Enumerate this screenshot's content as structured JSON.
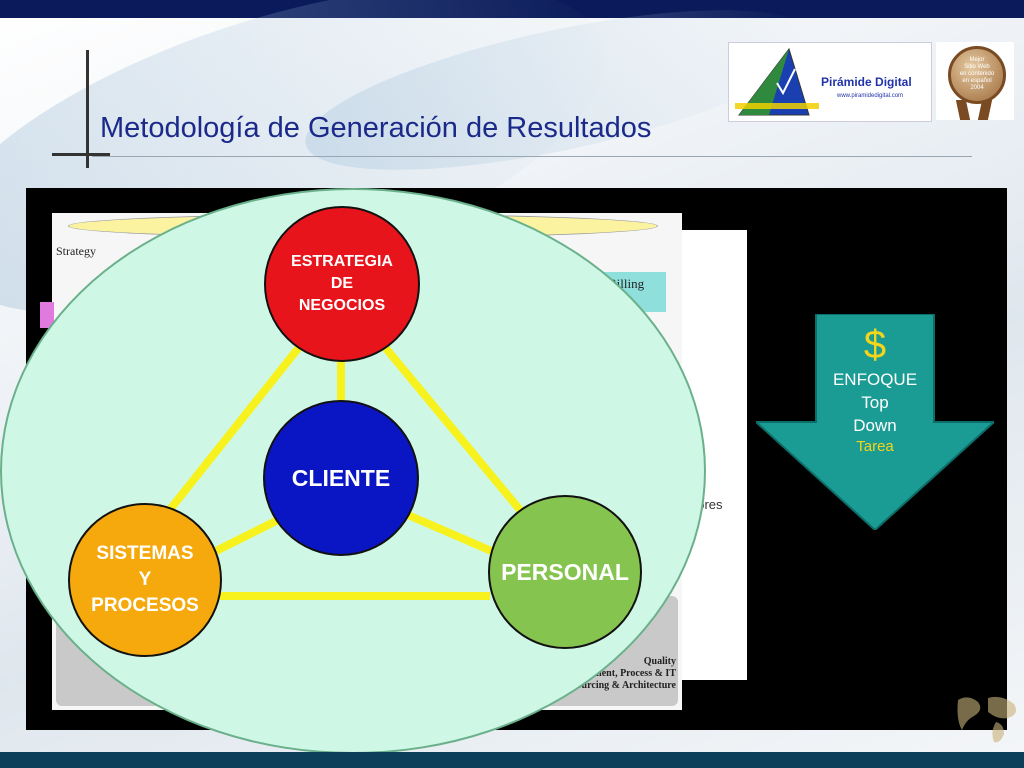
{
  "slide": {
    "title": "Metodología de Generación de Resultados",
    "logo": {
      "name": "Pirámide Digital",
      "url": "www.piramidedigital.com",
      "icon": "pyramid-check-icon"
    },
    "seal": {
      "lines": [
        "Mejor",
        "Sitio Web",
        "en contenido",
        "en español",
        "2004"
      ],
      "icon": "award-seal-icon"
    }
  },
  "background_diagram": {
    "strategy": "Strategy",
    "billing": "Billing",
    "pores": "pores",
    "quality": [
      "Quality",
      "Management, Process & IT",
      "Outsourcing & Architecture"
    ]
  },
  "diagram": {
    "nodes": {
      "estrategia": [
        "ESTRATEGIA",
        "DE",
        "NEGOCIOS"
      ],
      "cliente": "CLIENTE",
      "sistemas": [
        "SISTEMAS",
        "Y",
        "PROCESOS"
      ],
      "personal": "PERSONAL"
    },
    "colors": {
      "estrategia": "#e8141c",
      "cliente": "#0a16c4",
      "sistemas": "#f6a90c",
      "personal": "#86c450",
      "connector": "#f7f21e",
      "oval": "#cff7e6"
    }
  },
  "arrow": {
    "symbol": "$",
    "lines": [
      "ENFOQUE",
      "Top",
      "Down"
    ],
    "sub": "Tarea",
    "color": "#1a9c94"
  }
}
